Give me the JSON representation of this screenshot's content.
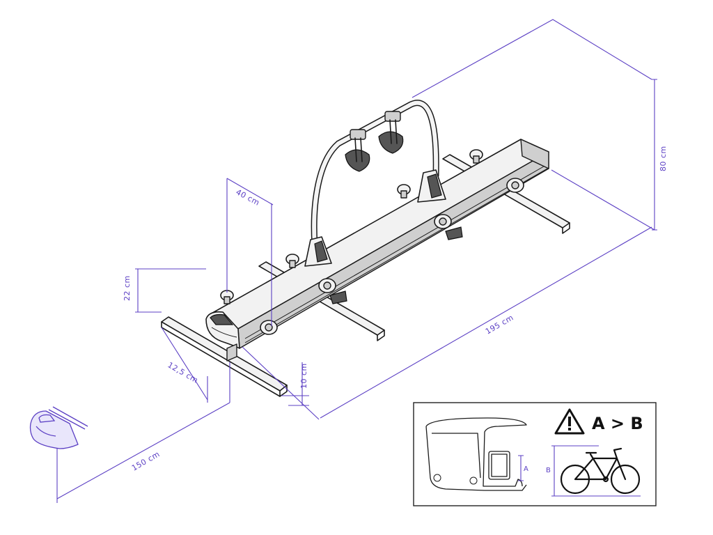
{
  "dimensions": {
    "width_195": "195 cm",
    "height_80": "80 cm",
    "spacing_40": "40 cm",
    "height_22": "22 cm",
    "depth_12_5": "12,5 cm",
    "clearance_10": "10 cm",
    "distance_150": "150 cm"
  },
  "inset": {
    "condition": "A > B",
    "label_a": "A",
    "label_b": "B",
    "warning_icon": "warning-triangle-icon",
    "bike_icon": "bicycle-icon"
  },
  "colors": {
    "dimension_lines": "#5b3fc4",
    "line_art": "#1a1a1a"
  }
}
